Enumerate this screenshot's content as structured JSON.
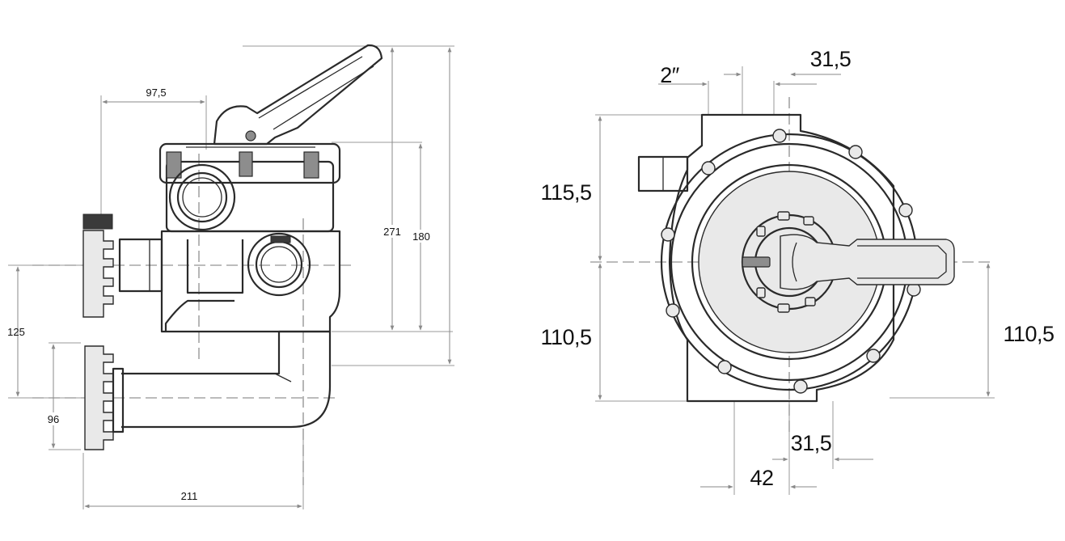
{
  "side_view": {
    "dimensions": {
      "width_top": "97,5",
      "height_total": "271",
      "height_body": "180",
      "ports_distance": "125",
      "port_height": "96",
      "width_total": "211"
    }
  },
  "top_view": {
    "dimensions": {
      "thread_size": "2″",
      "offset_top": "31,5",
      "half_height_top": "115,5",
      "half_height_bottom": "110,5",
      "handle_offset": "110,5",
      "offset_bottom": "31,5",
      "port_spacing": "42"
    }
  }
}
